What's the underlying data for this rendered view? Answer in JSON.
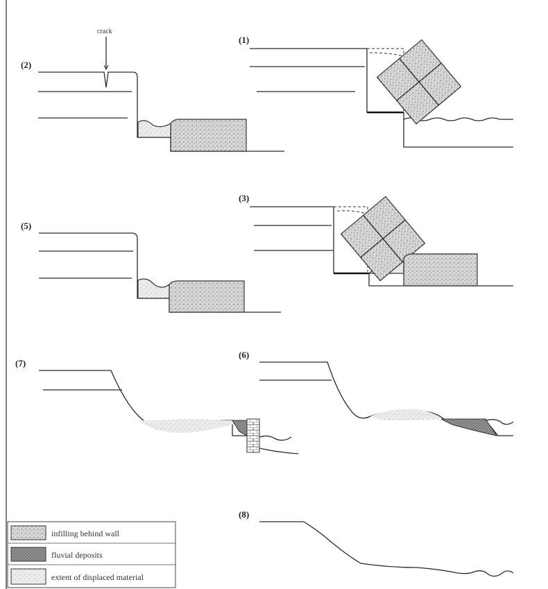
{
  "panels": [
    {
      "id": "1",
      "label": "(1)"
    },
    {
      "id": "2",
      "label": "(2)"
    },
    {
      "id": "3",
      "label": "(3)"
    },
    {
      "id": "5",
      "label": "(5)"
    },
    {
      "id": "6",
      "label": "(6)"
    },
    {
      "id": "7",
      "label": "(7)"
    },
    {
      "id": "8",
      "label": "(8)"
    }
  ],
  "annotations": {
    "crack": "crack"
  },
  "legend": {
    "items": [
      {
        "label": "infilling behind wall",
        "pattern": "dense-stipple"
      },
      {
        "label": "fluvial deposits",
        "pattern": "dark-hatch"
      },
      {
        "label": "extent of displaced material",
        "pattern": "light-stipple"
      }
    ]
  },
  "colors": {
    "line": "#2a2a2a",
    "stipple": "#9a9a9a",
    "fluvial": "#888888"
  }
}
